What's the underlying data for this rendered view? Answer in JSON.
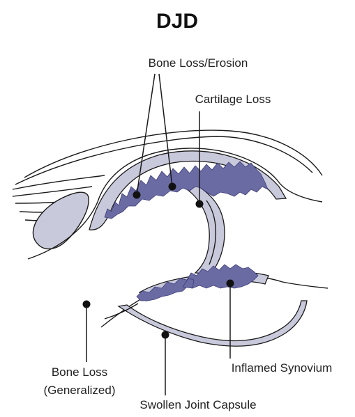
{
  "title": "DJD",
  "labels": {
    "bone_loss_erosion": "Bone Loss/Erosion",
    "cartilage_loss": "Cartilage Loss",
    "bone_loss_generalized_line1": "Bone Loss",
    "bone_loss_generalized_line2": "(Generalized)",
    "inflamed_synovium": "Inflamed Synovium",
    "swollen_joint_capsule": "Swollen Joint Capsule"
  },
  "colors": {
    "cartilage": "#c9c9dc",
    "synovium": "#6b6ba3",
    "line": "#1a1a1a",
    "background": "#ffffff"
  }
}
